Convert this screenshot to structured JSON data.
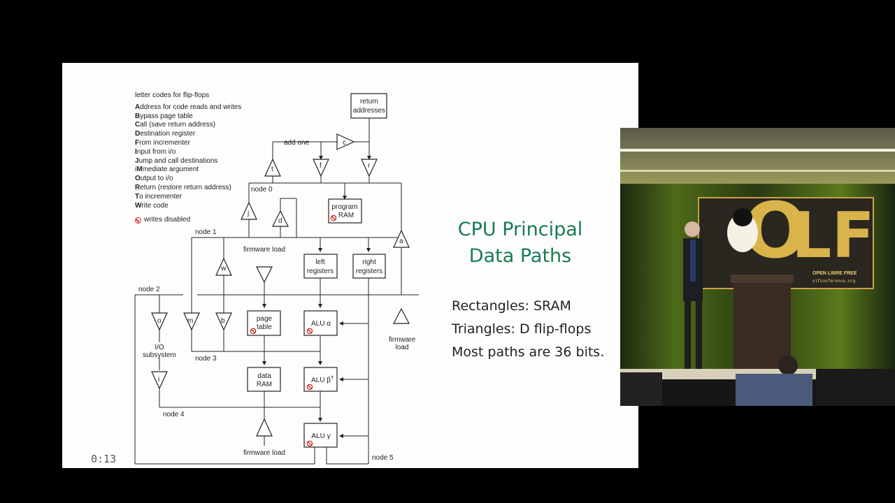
{
  "slide": {
    "legend_heading": "letter codes for flip-flops",
    "legend": [
      {
        "key": "A",
        "rest": "ddress for code reads and writes",
        "pre": ""
      },
      {
        "key": "B",
        "rest": "ypass page table",
        "pre": ""
      },
      {
        "key": "C",
        "rest": "all (save return address)",
        "pre": ""
      },
      {
        "key": "D",
        "rest": "estination register",
        "pre": ""
      },
      {
        "key": "F",
        "rest": "rom incrementer",
        "pre": ""
      },
      {
        "key": "I",
        "rest": "nput from i/o",
        "pre": ""
      },
      {
        "key": "J",
        "rest": "ump and call destinations",
        "pre": ""
      },
      {
        "key": "M",
        "rest": "mediate argument",
        "pre": "i"
      },
      {
        "key": "O",
        "rest": "utput to i/o",
        "pre": ""
      },
      {
        "key": "R",
        "rest": "eturn (restore return address)",
        "pre": ""
      },
      {
        "key": "T",
        "rest": "o incrementer",
        "pre": ""
      },
      {
        "key": "W",
        "rest": "rite code",
        "pre": ""
      }
    ],
    "writes_disabled": "writes disabled",
    "title_line1": "CPU Principal",
    "title_line2": "Data Paths",
    "point1": "Rectangles:  SRAM",
    "point2": "Triangles:  D flip-flops",
    "point3": "Most paths are 36 bits.",
    "timecode": "0:13"
  },
  "diagram": {
    "return_addresses_1": "return",
    "return_addresses_2": "addresses",
    "add_one": "add one",
    "program_ram_1": "program",
    "program_ram_2": "RAM",
    "left_registers_1": "left",
    "left_registers_2": "registers",
    "right_registers_1": "right",
    "right_registers_2": "registers",
    "page_table_1": "page",
    "page_table_2": "table",
    "data_ram_1": "data",
    "data_ram_2": "RAM",
    "alu_alpha": "ALU α",
    "alu_beta": "ALU β",
    "alu_beta_sup": "T",
    "alu_gamma": "ALU γ",
    "firmware_load": "firmware load",
    "firmware_load_right_1": "firmware",
    "firmware_load_right_2": "load",
    "io_subsystem_1": "I/O",
    "io_subsystem_2": "subsystem",
    "node0": "node 0",
    "node1": "node 1",
    "node2": "node 2",
    "node3": "node 3",
    "node4": "node 4",
    "node5": "node 5",
    "ff_c": "c",
    "ff_t": "t",
    "ff_f": "f",
    "ff_r": "r",
    "ff_j": "j",
    "ff_d": "d",
    "ff_a": "a",
    "ff_w": "w",
    "ff_o": "o",
    "ff_m": "m",
    "ff_b": "b",
    "ff_i": "i"
  },
  "camera": {
    "banner_line1": "OPEN LIBRE FREE",
    "banner_line2": "olfconference.org"
  },
  "colors": {
    "title": "#1a7a55",
    "disabled": "#d02020"
  }
}
